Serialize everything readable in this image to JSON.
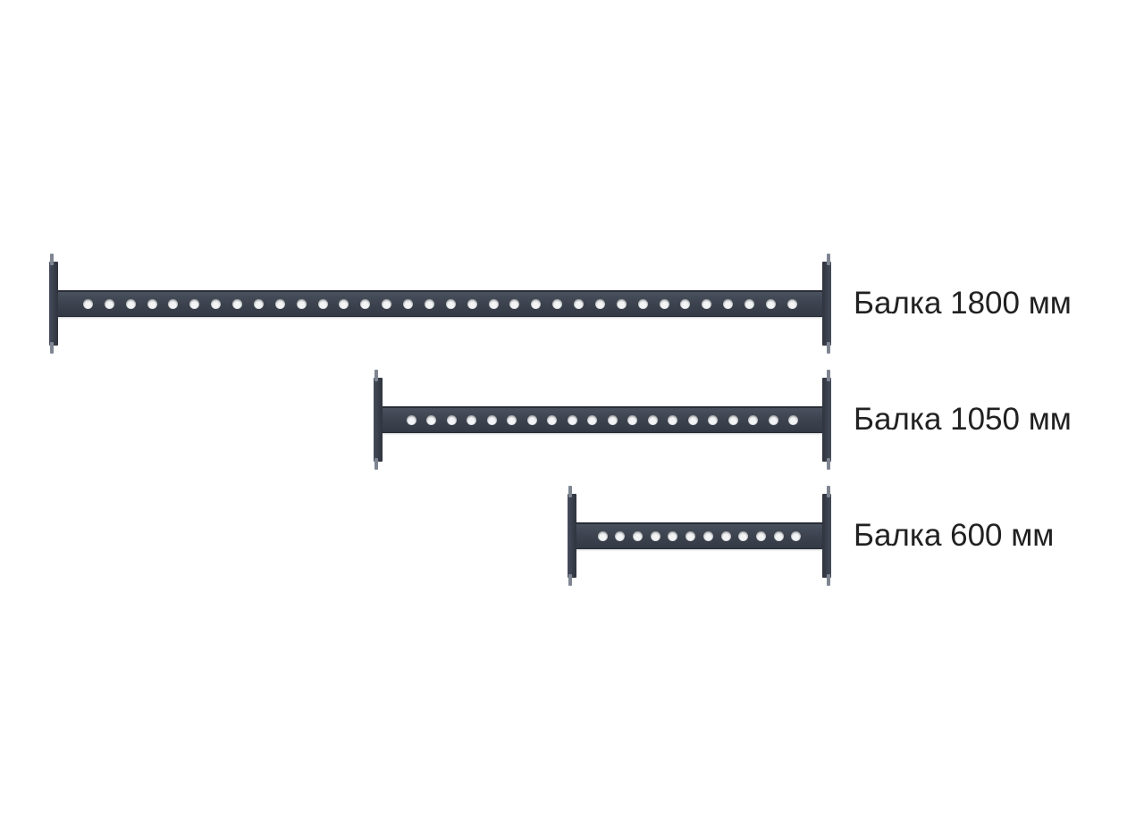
{
  "beams": [
    {
      "label": "Балка 1800 мм",
      "holes": 34
    },
    {
      "label": "Балка 1050 мм",
      "holes": 20
    },
    {
      "label": "Балка 600 мм",
      "holes": 12
    }
  ],
  "colors": {
    "background": "#ffffff",
    "beam": "#3d4450",
    "beam_light": "#4a515f",
    "beam_dark": "#333945",
    "beam_edge": "#272c36",
    "hole": "#f3f4f6",
    "plate": "#454c5a",
    "plate_dark": "#2f343e",
    "pin": "#7f8692",
    "label_text": "#212121"
  }
}
